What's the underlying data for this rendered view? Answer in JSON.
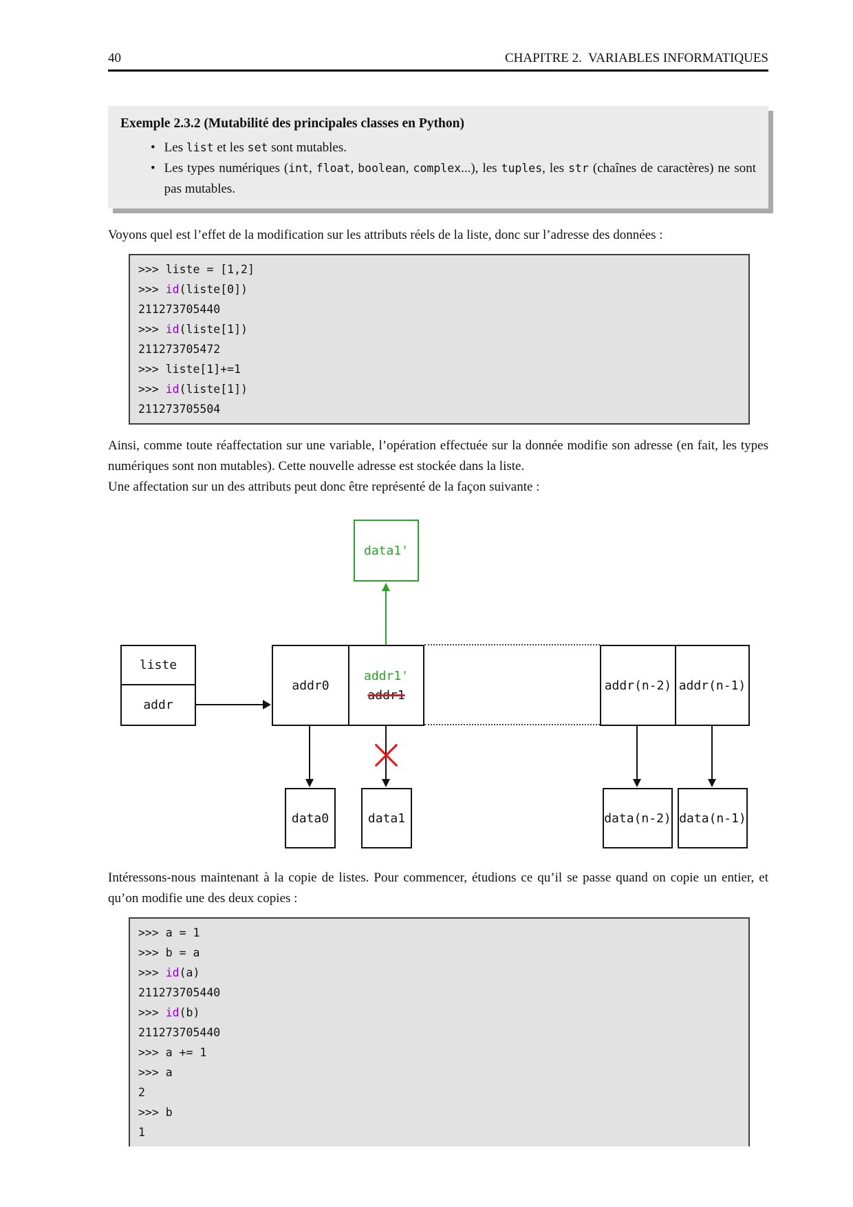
{
  "header": {
    "page_number": "40",
    "chapter_title": "CHAPITRE 2.  VARIABLES INFORMATIQUES"
  },
  "example": {
    "title": "Exemple 2.3.2 (Mutabilité des principales classes en Python)",
    "bullet_marker": "•",
    "bullets": [
      [
        {
          "t": "Les "
        },
        {
          "t": "list",
          "c": "mono"
        },
        {
          "t": " et les "
        },
        {
          "t": "set",
          "c": "mono"
        },
        {
          "t": " sont mutables."
        }
      ],
      [
        {
          "t": "Les types numériques ("
        },
        {
          "t": "int",
          "c": "mono"
        },
        {
          "t": ", "
        },
        {
          "t": "float",
          "c": "mono"
        },
        {
          "t": ", "
        },
        {
          "t": "boolean",
          "c": "mono"
        },
        {
          "t": ", "
        },
        {
          "t": "complex",
          "c": "mono"
        },
        {
          "t": "...), les "
        },
        {
          "t": "tuples",
          "c": "mono"
        },
        {
          "t": ", les "
        },
        {
          "t": "str",
          "c": "mono"
        },
        {
          "t": " (chaînes de caractères) ne sont pas mutables."
        }
      ]
    ]
  },
  "paragraphs": {
    "p1": "Voyons quel est l’effet de la modification sur les attributs réels de la liste, donc sur l’adresse des données :",
    "p2": "Ainsi, comme toute réaffectation sur une variable, l’opération effectuée sur la donnée modifie son adresse (en fait, les types numériques sont non mutables). Cette nouvelle adresse est stockée dans la liste.",
    "p3": "Une affectation sur un des attributs peut donc être représenté de la façon suivante :",
    "p4": "Intéressons-nous maintenant à la copie de listes. Pour commencer, étudions ce qu’il se passe quand on copie un entier, et qu’on modifie une des deux copies :"
  },
  "code1": {
    "lines": [
      [
        {
          "t": ">>> liste = [1,2]"
        }
      ],
      [
        {
          "t": ">>> "
        },
        {
          "t": "id",
          "c": "kw"
        },
        {
          "t": "(liste[0])"
        }
      ],
      [
        {
          "t": "211273705440"
        }
      ],
      [
        {
          "t": ">>> "
        },
        {
          "t": "id",
          "c": "kw"
        },
        {
          "t": "(liste[1])"
        }
      ],
      [
        {
          "t": "211273705472"
        }
      ],
      [
        {
          "t": ">>> liste[1]+=1"
        }
      ],
      [
        {
          "t": ">>> "
        },
        {
          "t": "id",
          "c": "kw"
        },
        {
          "t": "(liste[1])"
        }
      ],
      [
        {
          "t": "211273705504"
        }
      ]
    ]
  },
  "code2": {
    "lines": [
      [
        {
          "t": ">>> a = 1"
        }
      ],
      [
        {
          "t": ">>> b = a"
        }
      ],
      [
        {
          "t": ">>> "
        },
        {
          "t": "id",
          "c": "kw"
        },
        {
          "t": "(a)"
        }
      ],
      [
        {
          "t": "211273705440"
        }
      ],
      [
        {
          "t": ">>> "
        },
        {
          "t": "id",
          "c": "kw"
        },
        {
          "t": "(b)"
        }
      ],
      [
        {
          "t": "211273705440"
        }
      ],
      [
        {
          "t": ">>> a += 1"
        }
      ],
      [
        {
          "t": ">>> a"
        }
      ],
      [
        {
          "t": "2"
        }
      ],
      [
        {
          "t": ">>> b"
        }
      ],
      [
        {
          "t": "1"
        }
      ]
    ]
  },
  "diagram": {
    "liste": "liste",
    "addr": "addr",
    "addr0": "addr0",
    "addr1_new": "addr1'",
    "addr1_old": "addr1",
    "addr_n2": "addr(n-2)",
    "addr_n1": "addr(n-1)",
    "data1_new": "data1'",
    "data0": "data0",
    "data1": "data1",
    "data_n2": "data(n-2)",
    "data_n1": "data(n-1)"
  },
  "colors": {
    "keyword_purple": "#9400d3",
    "diagram_green": "#28a228",
    "cross_red": "#ee1111",
    "code_background": "#e2e2e2",
    "example_background": "#ebebeb"
  }
}
